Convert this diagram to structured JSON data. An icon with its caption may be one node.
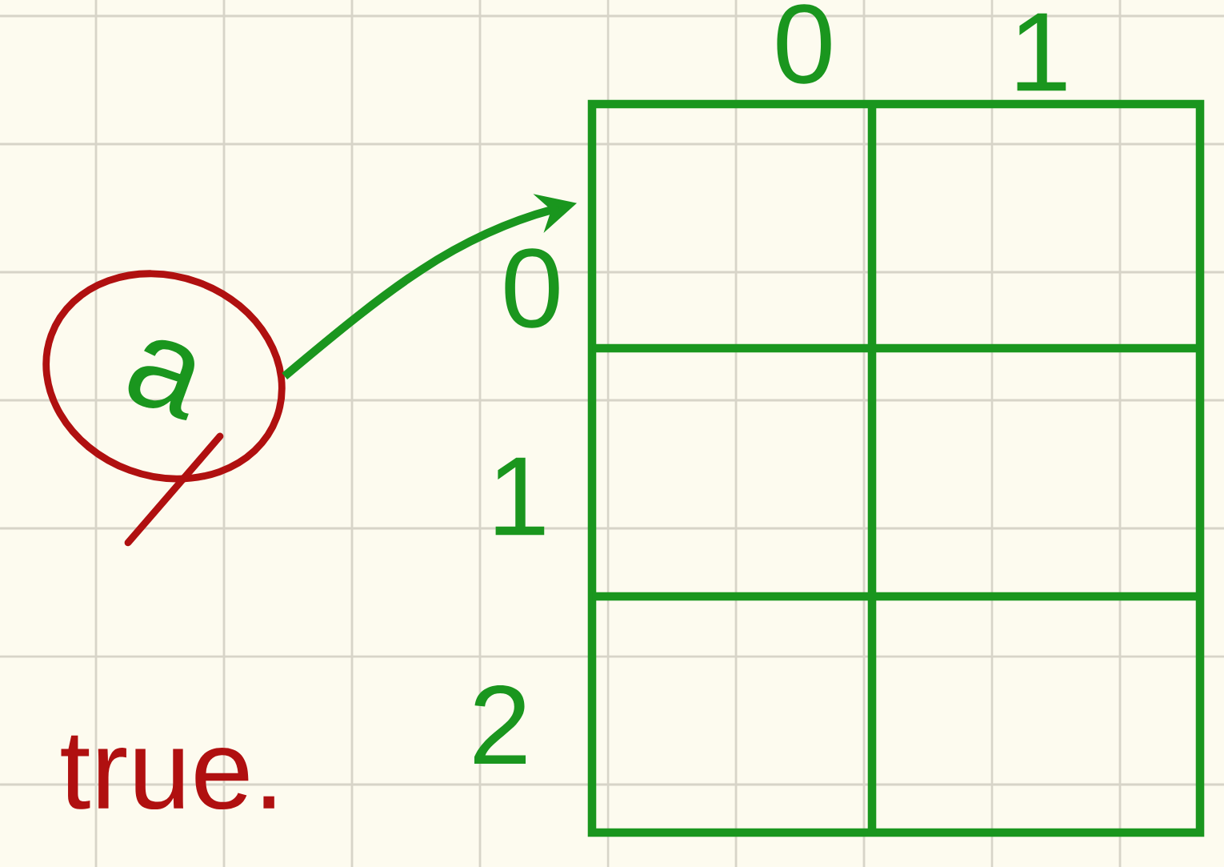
{
  "diagram": {
    "nodes": [
      {
        "text": [
          "a"
        ]
      },
      {
        "text": [],
        "shape": "box"
      }
    ],
    "edges": [
      {
        "from": 0,
        "to": 1,
        "arrow": "to"
      }
    ],
    "labels": [
      "0",
      "1",
      "0",
      "1",
      "2",
      "true."
    ]
  }
}
